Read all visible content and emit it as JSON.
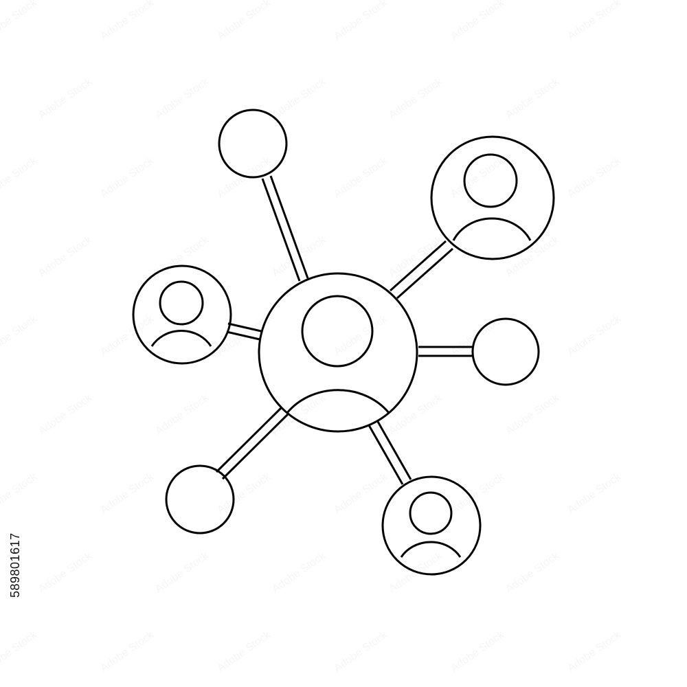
{
  "watermark_text": "Adobe Stock",
  "stock_id": "589801617",
  "colors": {
    "stroke": "#000000",
    "background": "#ffffff"
  },
  "icon": {
    "name": "social-network-icon",
    "center_node": "user-avatar",
    "satellite_nodes": [
      "empty-circle",
      "user-avatar",
      "user-avatar",
      "empty-circle",
      "empty-circle",
      "user-avatar"
    ]
  }
}
